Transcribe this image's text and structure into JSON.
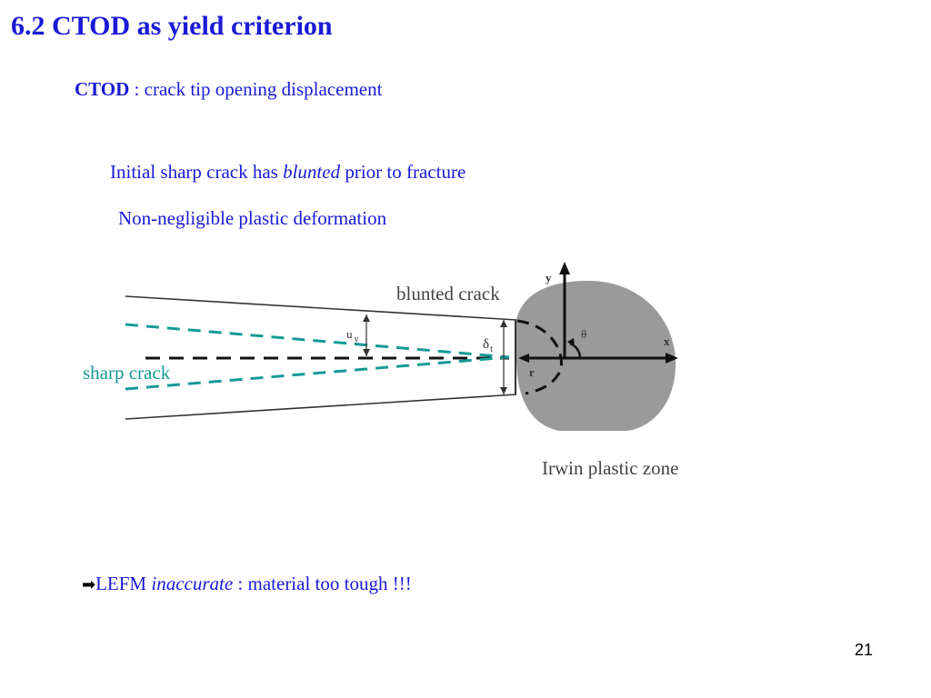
{
  "slide": {
    "title": "6.2 CTOD as yield criterion",
    "ctod_term": "CTOD",
    "ctod_definition": " : crack tip opening displacement",
    "bullet_blunted_prefix": "Initial sharp crack has ",
    "bullet_blunted_em": "blunted",
    "bullet_blunted_suffix": " prior to fracture",
    "bullet_plastic": "Non-negligible plastic deformation",
    "conclusion_arrow": "➡",
    "conclusion_prefix": "LEFM ",
    "conclusion_em": "inaccurate",
    "conclusion_suffix": " : material too tough !!!",
    "page_number": "21"
  },
  "diagram": {
    "label_blunted_crack": "blunted crack",
    "label_sharp_crack": "sharp crack",
    "label_irwin_zone": "Irwin plastic zone",
    "symbol_uy_main": "u",
    "symbol_uy_sub": "y",
    "symbol_delta_main": "δ",
    "symbol_delta_sub": "t",
    "axis_y": "y",
    "axis_x": "x",
    "axis_theta": "θ",
    "axis_r": "r",
    "colors": {
      "text_blue": "#1a1ad6",
      "sharp_crack_teal": "#179a96",
      "plastic_zone_gray": "#9a9a9a",
      "crack_lines": "#333333"
    }
  }
}
